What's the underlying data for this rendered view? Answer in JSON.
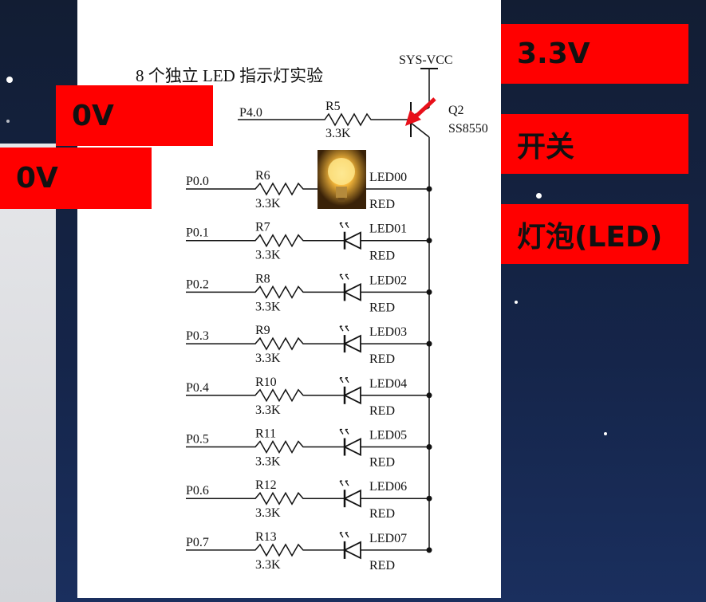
{
  "schematic": {
    "title": "8 个独立 LED 指示灯实验",
    "supply": "SYS-VCC",
    "switch_input": "P4.0",
    "switch_resistor": {
      "name": "R5",
      "value": "3.3K"
    },
    "transistor": {
      "name": "Q2",
      "part": "SS8550"
    },
    "rows": [
      {
        "pin": "P0.0",
        "resistor": "R6",
        "value": "3.3K",
        "led": "LED00",
        "color": "RED"
      },
      {
        "pin": "P0.1",
        "resistor": "R7",
        "value": "3.3K",
        "led": "LED01",
        "color": "RED"
      },
      {
        "pin": "P0.2",
        "resistor": "R8",
        "value": "3.3K",
        "led": "LED02",
        "color": "RED"
      },
      {
        "pin": "P0.3",
        "resistor": "R9",
        "value": "3.3K",
        "led": "LED03",
        "color": "RED"
      },
      {
        "pin": "P0.4",
        "resistor": "R10",
        "value": "3.3K",
        "led": "LED04",
        "color": "RED"
      },
      {
        "pin": "P0.5",
        "resistor": "R11",
        "value": "3.3K",
        "led": "LED05",
        "color": "RED"
      },
      {
        "pin": "P0.6",
        "resistor": "R12",
        "value": "3.3K",
        "led": "LED06",
        "color": "RED"
      },
      {
        "pin": "P0.7",
        "resistor": "R13",
        "value": "3.3K",
        "led": "LED07",
        "color": "RED"
      }
    ],
    "lit_bulb_icon": "light-bulb-icon",
    "pointer_arrow_color": "#e8101a"
  },
  "annotations": {
    "p40_voltage": "0V",
    "p00_voltage": "0V",
    "vcc_voltage": "3.3V",
    "switch_label": "开关",
    "bulb_label": "灯泡(LED)",
    "box_color": "#ff0000"
  }
}
